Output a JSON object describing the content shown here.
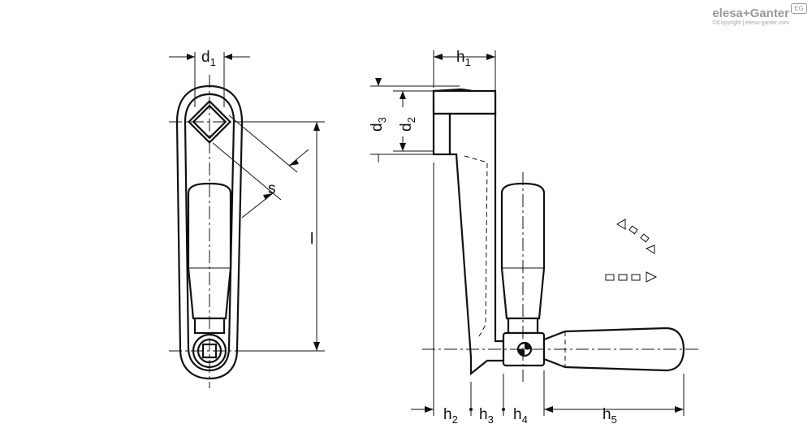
{
  "brand": {
    "name": "elesa+Ganter",
    "copyright": "©Copyright | elesa-ganter.com",
    "badge": "EG"
  },
  "labels": {
    "d1": {
      "main": "d",
      "sub": "1"
    },
    "s": {
      "main": "s"
    },
    "l": {
      "main": "l"
    },
    "h1": {
      "main": "h",
      "sub": "1"
    },
    "d3": {
      "main": "d",
      "sub": "3"
    },
    "d2": {
      "main": "d",
      "sub": "2"
    },
    "h2": {
      "main": "h",
      "sub": "2"
    },
    "h3": {
      "main": "h",
      "sub": "3"
    },
    "h4": {
      "main": "h",
      "sub": "4"
    },
    "h5": {
      "main": "h",
      "sub": "5"
    }
  }
}
